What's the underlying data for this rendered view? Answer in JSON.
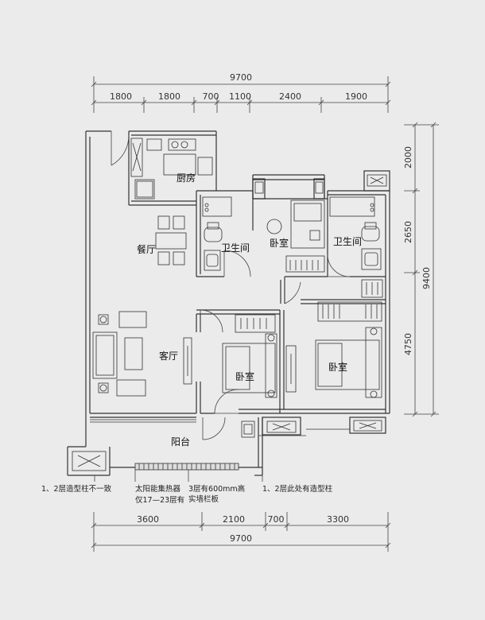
{
  "dimensions": {
    "top_total": "9700",
    "top_segments": [
      "1800",
      "1800",
      "700",
      "1100",
      "2400",
      "1900"
    ],
    "right_total": "9400",
    "right_segments": [
      "2000",
      "2650",
      "4750"
    ],
    "bottom_segments": [
      "3600",
      "2100",
      "700",
      "3300"
    ],
    "bottom_total": "9700"
  },
  "rooms": {
    "kitchen": "厨房",
    "dining": "餐厅",
    "bathroom_left": "卫生间",
    "bedroom_top": "卧室",
    "bathroom_right": "卫生间",
    "living": "客厅",
    "bedroom_mid": "卧室",
    "bedroom_right": "卧室",
    "balcony": "阳台"
  },
  "notes": {
    "note1": "1、2层造型柱不一致",
    "note2_line1": "太阳能集热器",
    "note2_line2": "仅17—23层有",
    "note3_line1": "3层有600mm高",
    "note3_line2": "实墙栏板",
    "note4": "1、2层此处有造型柱"
  }
}
